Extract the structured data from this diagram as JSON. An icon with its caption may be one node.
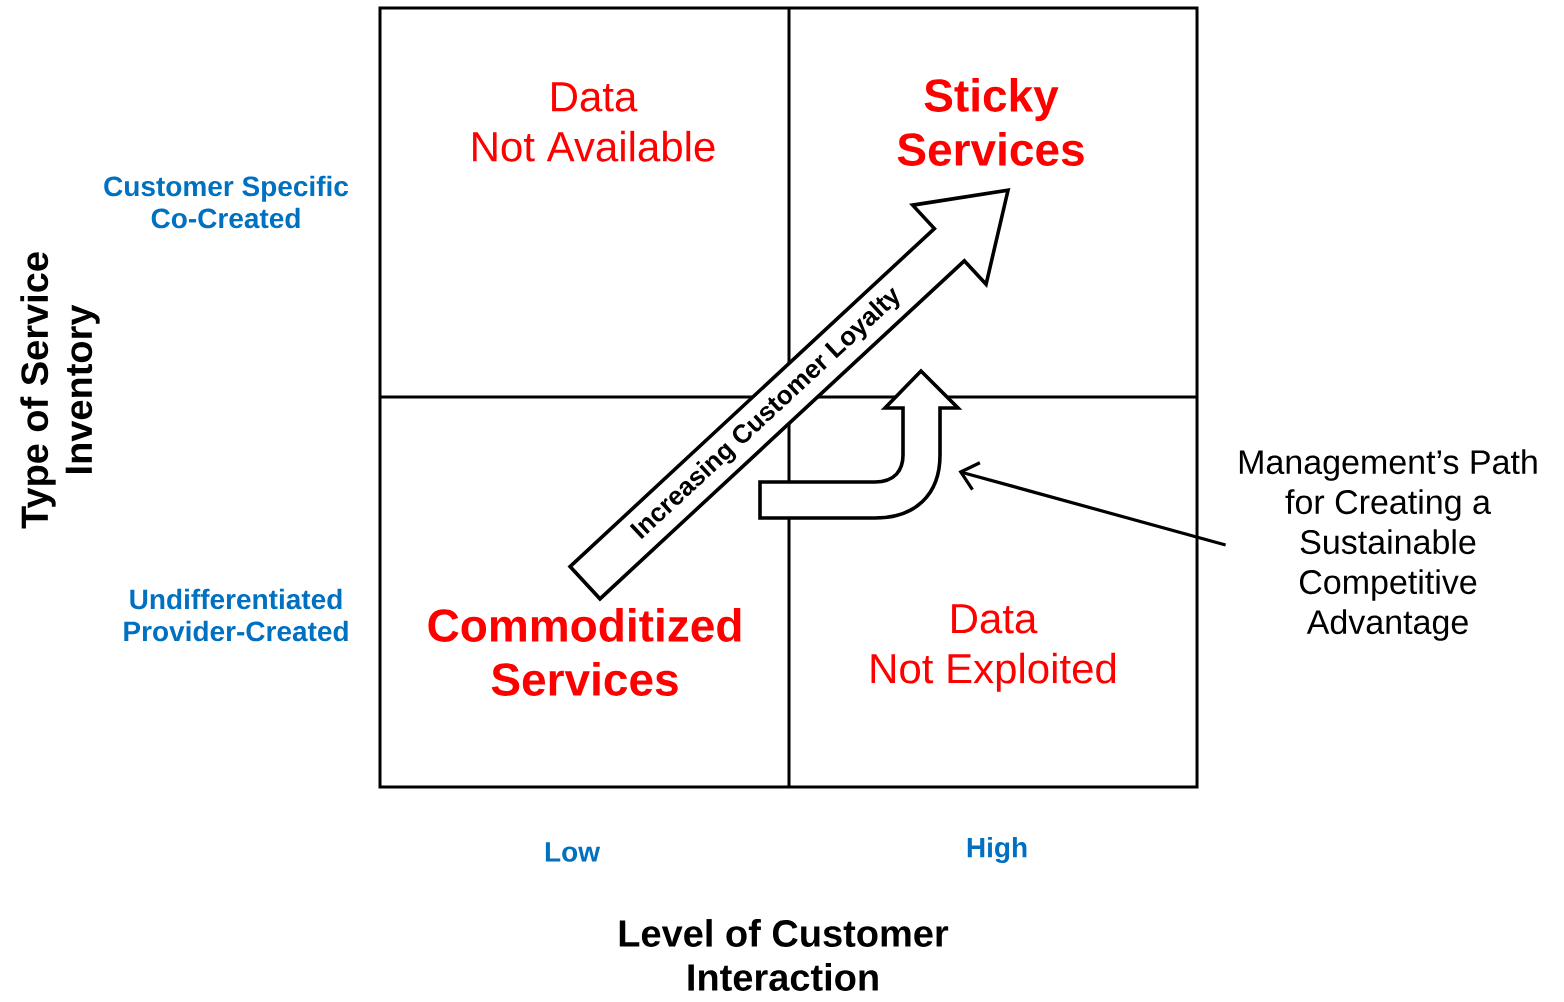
{
  "diagram": {
    "nodes": [
      {
        "text": [
          "Data Not Available"
        ]
      },
      {
        "text": [
          "Sticky Services"
        ]
      },
      {
        "text": [
          "Commoditized Services"
        ]
      },
      {
        "text": [
          "Data Not Exploited"
        ]
      },
      {
        "text": [
          "Management’s Path for Creating a Sustainable Competitive Advantage"
        ]
      },
      {
        "text": [],
        "shape": "arrow"
      }
    ],
    "edges": [
      {
        "from": 2,
        "to": 1,
        "arrow": "to",
        "label": "Increasing Customer Loyalty",
        "style": "thick"
      },
      {
        "from": 4,
        "to": 5,
        "arrow": "to"
      }
    ],
    "labels": [
      "Customer Specific Co-Created",
      "Undifferentiated Provider-Created",
      "Type of Service Inventory",
      "Low",
      "High",
      "Level of Customer Interaction"
    ]
  }
}
